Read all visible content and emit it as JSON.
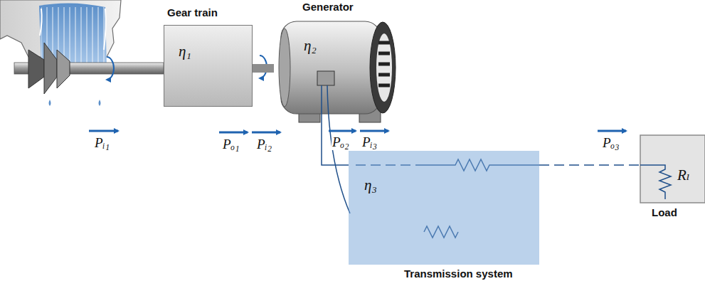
{
  "diagram": {
    "nodes": [
      {
        "text": [
          "Gear train",
          "η₁"
        ]
      },
      {
        "text": [
          "Generator",
          "η₂"
        ]
      },
      {
        "text": [
          "Transmission system",
          "η₃"
        ]
      },
      {
        "text": [
          "Load",
          "Rₗ"
        ]
      }
    ],
    "edges": [
      {
        "from": 0,
        "to": 1,
        "arrow": "none"
      },
      {
        "from": 1,
        "to": 2,
        "arrow": "none"
      },
      {
        "from": 2,
        "to": 3,
        "arrow": "none"
      }
    ],
    "labels": [
      "Pᵢ₁",
      "Pₒ₁",
      "Pᵢ₂",
      "Pₒ₂",
      "Pᵢ₃",
      "Pₒ₃"
    ]
  }
}
